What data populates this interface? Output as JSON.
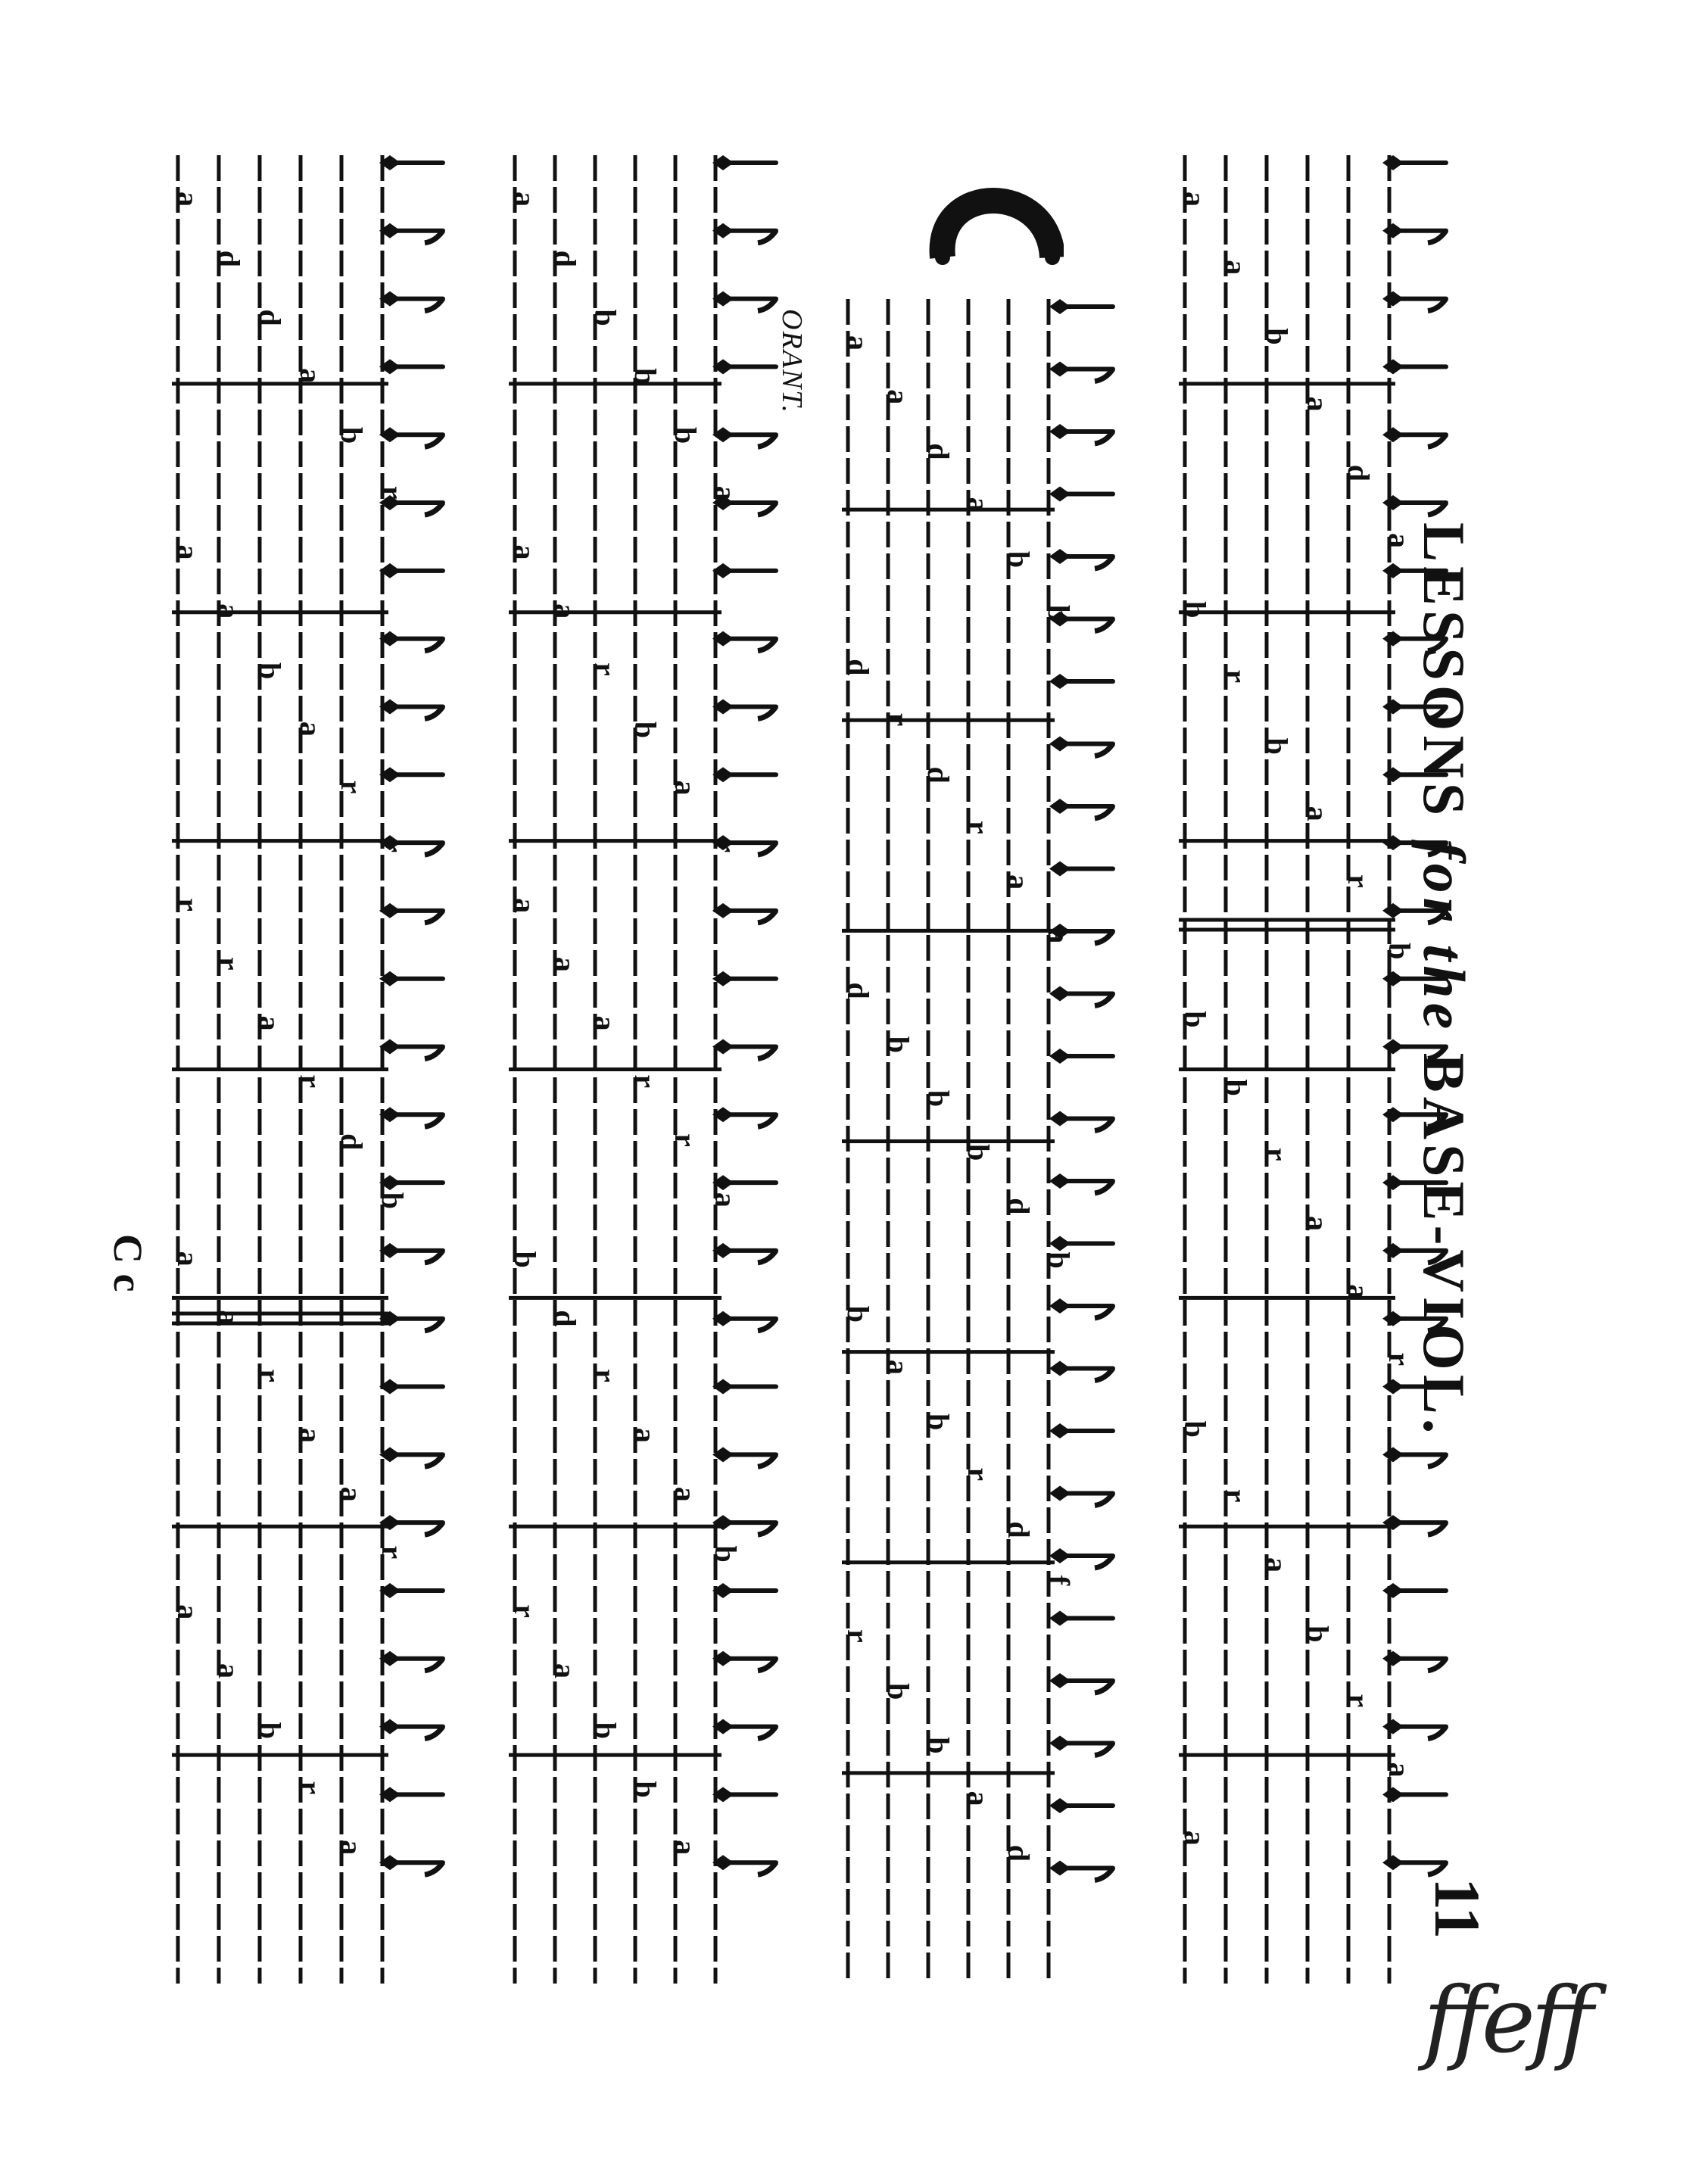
{
  "header": {
    "title_main": "LESSONS ",
    "title_for": "for the ",
    "title_instrument": "BASE-VIOL.",
    "page_number": "11"
  },
  "marks": {
    "organ_label": "ORANT.",
    "c_mark": "C c",
    "signature": "ffeff"
  },
  "systems": [
    {
      "frets": [
        "a",
        "a",
        "b",
        "a",
        "d",
        "a",
        "b",
        "r",
        "b",
        "a",
        "r",
        "b",
        "b",
        "b",
        "r",
        "a",
        "a",
        "r",
        "b",
        "r",
        "a",
        "b",
        "r",
        "a",
        "a"
      ]
    },
    {
      "frets": [
        "a",
        "a",
        "d",
        "a",
        "b",
        "b",
        "d",
        "r",
        "d",
        "r",
        "a",
        "a",
        "d",
        "b",
        "b",
        "b",
        "d",
        "b",
        "b",
        "a",
        "b",
        "r",
        "d",
        "f",
        "r",
        "b",
        "b",
        "a",
        "d"
      ]
    },
    {
      "frets": [
        "a",
        "d",
        "b",
        "b",
        "b",
        "a",
        "a",
        "a",
        "r",
        "b",
        "a",
        "r",
        "a",
        "a",
        "a",
        "r",
        "r",
        "a",
        "b",
        "d",
        "r",
        "a",
        "a",
        "b",
        "r",
        "a",
        "b",
        "b",
        "a"
      ]
    },
    {
      "frets": [
        "a",
        "d",
        "d",
        "a",
        "b",
        "r",
        "a",
        "a",
        "b",
        "a",
        "r",
        "r",
        "r",
        "r",
        "a",
        "r",
        "d",
        "b",
        "a",
        "a",
        "r",
        "a",
        "a",
        "r",
        "a",
        "a",
        "b",
        "r",
        "a"
      ]
    }
  ],
  "colors": {
    "ink": "#111111",
    "paper": "#ffffff"
  }
}
